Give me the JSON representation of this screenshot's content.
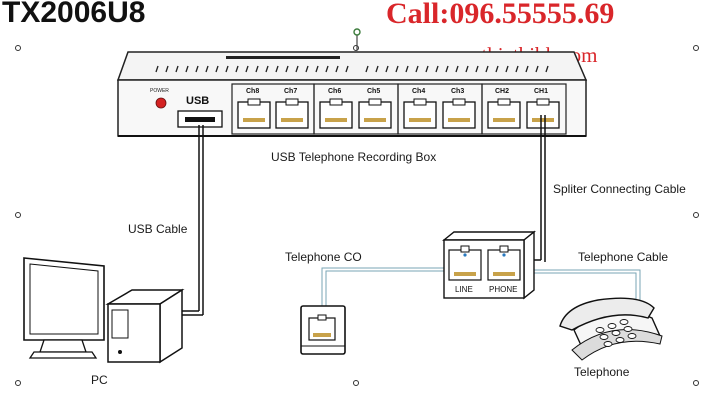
{
  "header": {
    "model": "TX2006U8",
    "call": "Call:096.55555.69",
    "website": "www.thietbibk.com"
  },
  "device": {
    "power_label": "POWER",
    "usb_label": "USB",
    "channels": [
      "Ch8",
      "Ch7",
      "Ch6",
      "Ch5",
      "Ch4",
      "Ch3",
      "CH2",
      "CH1"
    ],
    "name": "USB Telephone Recording Box"
  },
  "labels": {
    "usb_cable": "USB Cable",
    "splitter_cable": "Spliter Connecting Cable",
    "telephone_co": "Telephone  CO",
    "telephone_cable": "Telephone Cable",
    "pc": "PC",
    "telephone": "Telephone"
  },
  "splitter": {
    "line": "LINE",
    "phone": "PHONE"
  },
  "colors": {
    "brand_red": "#d9262a",
    "power_led": "#d42222",
    "cable_gray": "#7aa6b4"
  }
}
